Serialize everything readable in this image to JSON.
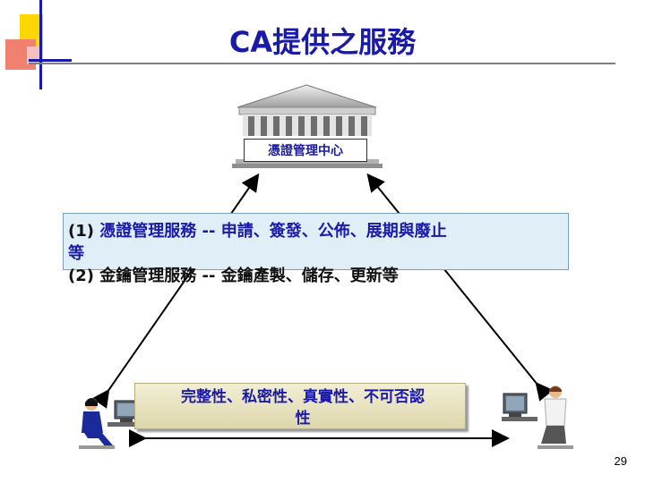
{
  "slide": {
    "title": "CA提供之服務",
    "building_label": "憑證管理中心",
    "services": [
      {
        "prefix": "(1) ",
        "name": "憑證管理服務",
        "detail": "   -- 申請、簽發、公佈、展期與廢止"
      },
      {
        "continuation": "等"
      },
      {
        "prefix": "(2) ",
        "name": "金鑰管理服務",
        "detail": "   -- 金鑰產製、儲存、更新等"
      }
    ],
    "properties_line1": "完整性、私密性、真實性、不可否認",
    "properties_line2": "性",
    "page_number": "29"
  },
  "icons": [
    "building-icon",
    "woman-user-at-computer-icon",
    "man-user-at-computer-icon"
  ],
  "colors": {
    "title": "#1a1aa8",
    "accent_yellow": "#ffd700",
    "accent_red": "#e8322c",
    "accent_blue": "#1a1aa8",
    "info_box": "#dfeef7",
    "properties_box": "#ebe6c3"
  }
}
